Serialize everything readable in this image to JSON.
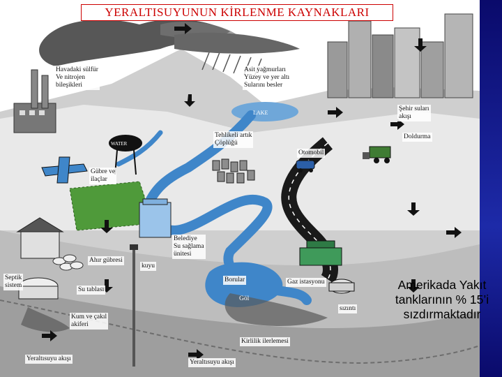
{
  "title": "YERALTISUYUNUN KİRLENME KAYNAKLARI",
  "labels": {
    "air_sulfur": "Havadaki sülfür\nVe nitrojen\nbileşikleri",
    "acid_rain": "Asit yağmurları\nYüzey ve yer altı\nSularını besler",
    "city_runoff": "Şehir suları\nakışı",
    "lake": "LAKE",
    "hazardous_waste": "Tehlikeli artık\nÇöplüğü",
    "landfill": "Doldurma",
    "car": "Otomobil",
    "fertilizer": "Gübre ve\nilaçlar",
    "manure": "Ahır gübresi",
    "well": "kuyu",
    "municipal": "Belediye\nSu sağlama\nünitesi",
    "septic": "Septik\nsistem",
    "water_table": "Su tablası",
    "sand_gravel": "Kum ve çakıl\nakiferi",
    "groundwater_flow_left": "Yeraltısuyu akışı",
    "pipes": "Borular",
    "gas_station": "Gaz istasyonu",
    "pond": "Göl",
    "leak": "sızıntı",
    "pollution_spread": "Kirlilik ilerlemesi",
    "groundwater_flow_bottom": "Yeraltısuyu akışı",
    "water_tower": "WATER"
  },
  "callout": "Amerikada Yakıt\ntanklarının % 15’i\nsızdırmaktadır",
  "colors": {
    "title_red": "#cc0000",
    "water_blue": "#3f86c9",
    "ground_gray": "#8c8c8c",
    "grass_green": "#4f9a3a",
    "sky_white": "#ffffff",
    "bar_navy": "#0a0a6b"
  }
}
